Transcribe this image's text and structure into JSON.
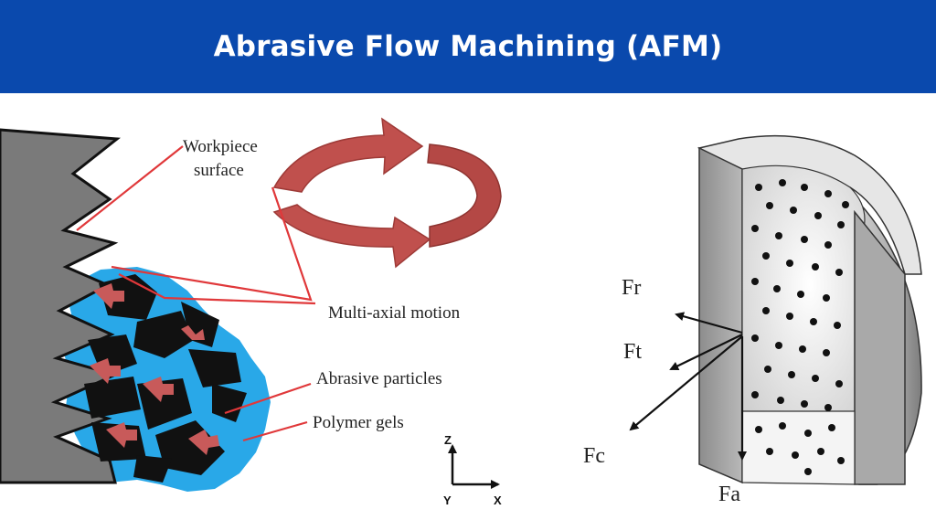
{
  "header": {
    "title": "Abrasive Flow Machining (AFM)"
  },
  "left_diagram": {
    "labels": {
      "workpiece_line1": "Workpiece",
      "workpiece_line2": "surface",
      "motion": "Multi-axial motion",
      "particles": "Abrasive particles",
      "gels": "Polymer gels"
    },
    "axes": {
      "z": "Z",
      "y": "Y",
      "x": "X"
    }
  },
  "right_diagram": {
    "forces": {
      "fr": "Fr",
      "ft": "Ft",
      "fc": "Fc",
      "fa": "Fa"
    }
  },
  "colors": {
    "banner": "#0a49ad",
    "workpiece": "#7a7a7a",
    "gel": "#29a8e8",
    "particle": "#111111",
    "arrow_red": "#c0504d",
    "pointer_line": "#e0383a"
  }
}
